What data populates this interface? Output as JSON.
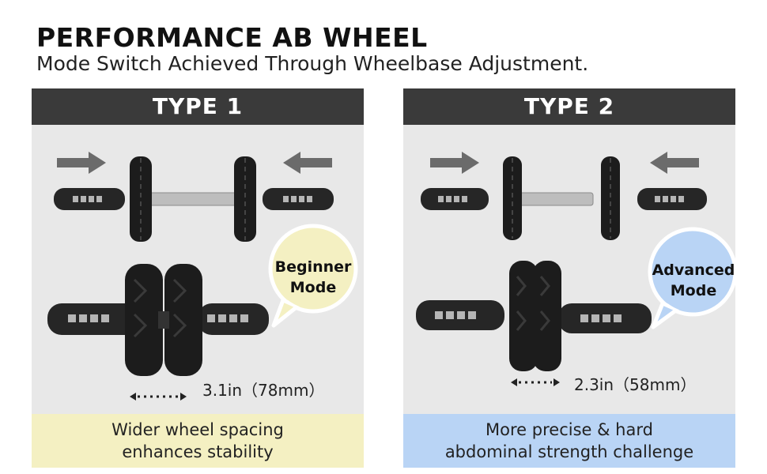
{
  "header": {
    "title": "PERFORMANCE AB WHEEL",
    "subtitle": "Mode Switch Achieved Through Wheelbase Adjustment."
  },
  "panels": [
    {
      "type_label": "TYPE 1",
      "mode_line1": "Beginner",
      "mode_line2": "Mode",
      "measurement": "3.1in（78mm）",
      "caption_line1": "Wider wheel spacing",
      "caption_line2": "enhances stability",
      "bubble_color": "#f4f0c2",
      "caption_color": "#f4f0c2"
    },
    {
      "type_label": "TYPE 2",
      "mode_line1": "Advanced",
      "mode_line2": "Mode",
      "measurement": "2.3in（58mm）",
      "caption_line1": "More precise & hard",
      "caption_line2": "abdominal strength challenge",
      "bubble_color": "#b9d4f5",
      "caption_color": "#b9d4f5"
    }
  ],
  "colors": {
    "header_bar": "#3a3a3a",
    "panel_bg": "#e8e8e8",
    "arrow": "#6b6b6b"
  }
}
